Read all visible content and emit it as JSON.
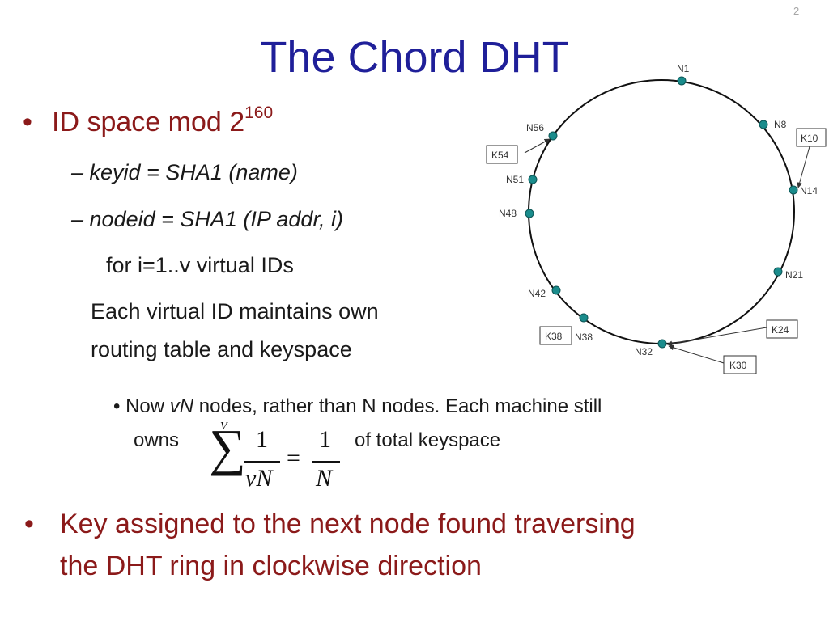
{
  "slide": {
    "number": "2",
    "title": "The Chord DHT"
  },
  "bullets": {
    "b1_text": "ID space mod 2",
    "b1_sup": "160",
    "b1_sub1": "– keyid = SHA1 (name)",
    "b1_sub2": "– nodeid = SHA1 (IP addr, i)",
    "b1_sub2_cont": "for i=1..v virtual IDs",
    "b1_para_line1": "Each virtual ID maintains own",
    "b1_para_line2": "routing table and keyspace",
    "b3_pre": "Now ",
    "b3_vn": "vN",
    "b3_post": " nodes, rather than N nodes.  Each machine still",
    "b3_owns": "owns",
    "b3_tail": "of total keyspace",
    "b2_line1": "Key assigned to the next node found traversing",
    "b2_line2": "the DHT ring in clockwise direction"
  },
  "formula": {
    "upper_limit": "V",
    "sigma": "∑",
    "num1": "1",
    "den1": "vN",
    "equals": "=",
    "num2": "1",
    "den2": "N"
  },
  "ring": {
    "node_color": "#1a8c8c",
    "nodes": [
      "N1",
      "N8",
      "N14",
      "N21",
      "N32",
      "N38",
      "N42",
      "N48",
      "N51",
      "N56"
    ],
    "keys": [
      "K10",
      "K24",
      "K30",
      "K38",
      "K54"
    ]
  }
}
